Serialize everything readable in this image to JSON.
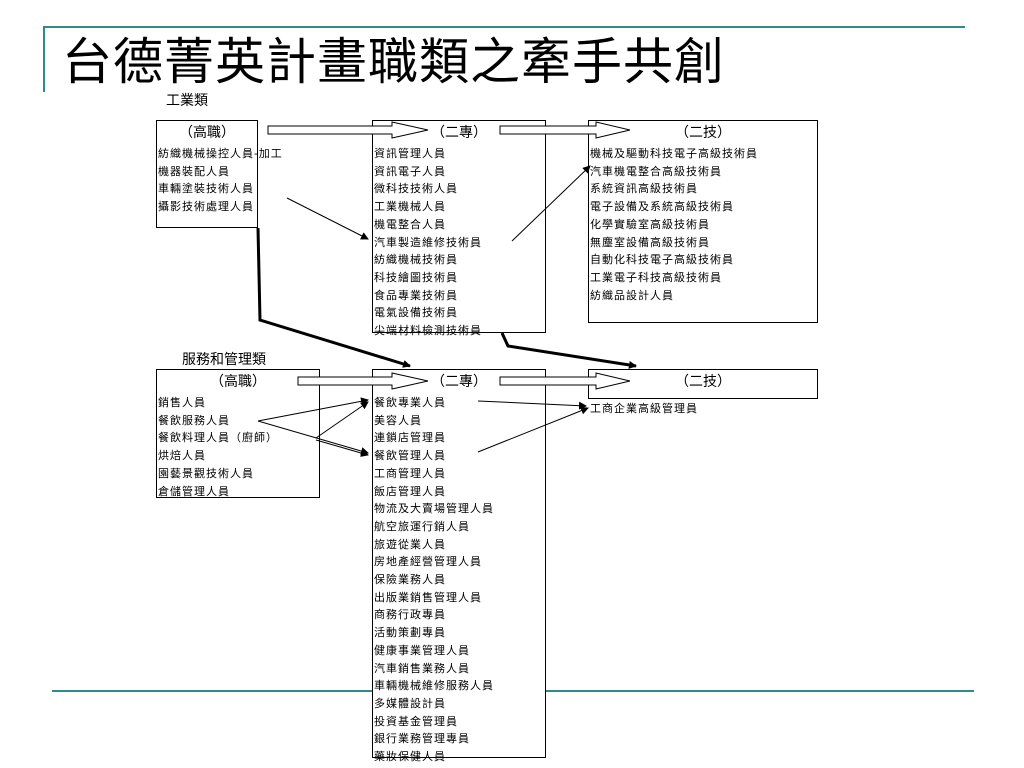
{
  "page": {
    "title": "台德菁英計畫職類之牽手共創"
  },
  "industrial": {
    "label": "工業類",
    "vocational": {
      "title": "（高職）",
      "items": [
        "紡織機械操控人員-加工",
        "機器裝配人員",
        "車輛塗裝技術人員",
        "攝影技術處理人員"
      ]
    },
    "junior_college": {
      "title": "（二專）",
      "items": [
        "資訊管理人員",
        "資訊電子人員",
        "微科技技術人員",
        "工業機械人員",
        "機電整合人員",
        "汽車製造維修技術員",
        "紡織機械技術員",
        "科技繪圖技術員",
        "食品專業技術員",
        "電氣設備技術員",
        "尖端材料檢測技術員"
      ]
    },
    "tech_college": {
      "title": "（二技）",
      "items": [
        "機械及驅動科技電子高級技術員",
        "汽車機電整合高級技術員",
        "系統資訊高級技術員",
        "電子設備及系統高級技術員",
        "化學實驗室高級技術員",
        "無塵室設備高級技術員",
        "自動化科技電子高級技術員",
        "工業電子科技高級技術員",
        "紡織品設計人員"
      ]
    }
  },
  "service": {
    "label": "服務和管理類",
    "vocational": {
      "title": "（高職）",
      "items": [
        "銷售人員",
        "餐飲服務人員",
        "餐飲料理人員（廚師）",
        "烘焙人員",
        "園藝景觀技術人員",
        "倉儲管理人員"
      ]
    },
    "junior_college": {
      "title": "（二專）",
      "items": [
        "餐飲專業人員",
        "美容人員",
        "連鎖店管理員",
        "餐飲管理人員",
        "工商管理人員",
        "飯店管理人員",
        "物流及大賣場管理人員",
        "航空旅運行銷人員",
        "旅遊從業人員",
        "房地產經營管理人員",
        "保險業務人員",
        "出版業銷售管理人員",
        "商務行政專員",
        "活動策劃專員",
        "健康事業管理人員",
        "汽車銷售業務人員",
        "車輛機械維修服務人員",
        "多媒體設計員",
        "投資基金管理員",
        "銀行業務管理專員",
        "藥妝保健人員"
      ]
    },
    "tech_college": {
      "title": "（二技）",
      "items": [
        "工商企業高級管理員"
      ]
    }
  }
}
